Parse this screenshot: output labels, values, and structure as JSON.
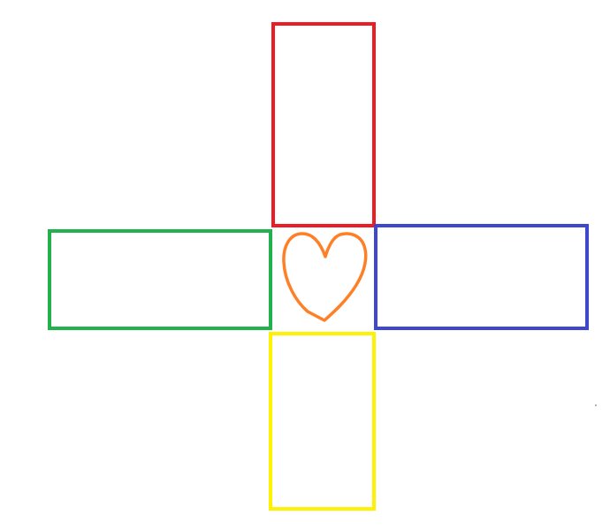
{
  "colors": {
    "background": "#ffffff",
    "top_box": "#ed1c24",
    "left_box": "#22b14c",
    "right_box": "#3f48cc",
    "bottom_box": "#fff200",
    "heart": "#ff7f27"
  },
  "shapes": [
    {
      "name": "top-rectangle",
      "color_key": "top_box"
    },
    {
      "name": "left-rectangle",
      "color_key": "left_box"
    },
    {
      "name": "right-rectangle",
      "color_key": "right_box"
    },
    {
      "name": "bottom-rectangle",
      "color_key": "bottom_box"
    },
    {
      "name": "heart-shape",
      "color_key": "heart"
    }
  ]
}
